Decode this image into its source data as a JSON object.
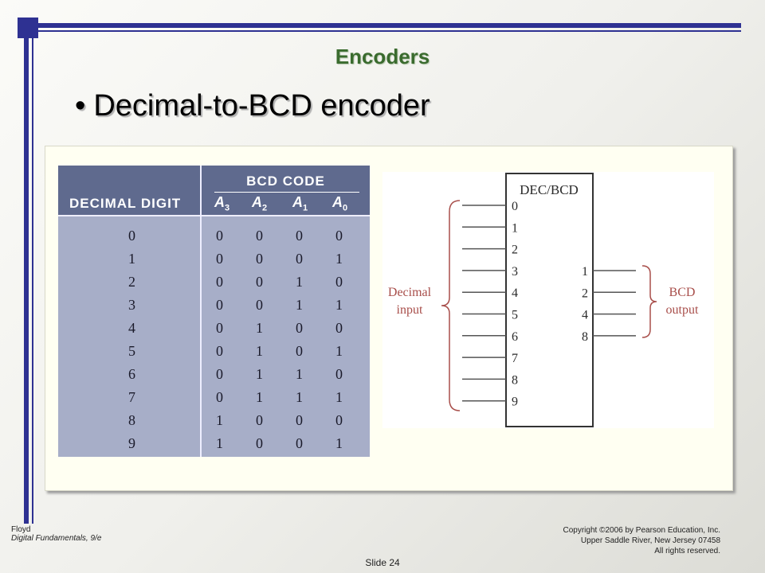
{
  "slide": {
    "title": "Encoders",
    "bullet": "Decimal-to-BCD encoder",
    "slide_number": "Slide 24"
  },
  "table": {
    "header_group": "BCD CODE",
    "col_decimal": "DECIMAL DIGIT",
    "cols": [
      "A",
      "A",
      "A",
      "A"
    ],
    "col_subs": [
      "3",
      "2",
      "1",
      "0"
    ],
    "rows": [
      [
        "0",
        "0",
        "0",
        "0",
        "0"
      ],
      [
        "1",
        "0",
        "0",
        "0",
        "1"
      ],
      [
        "2",
        "0",
        "0",
        "1",
        "0"
      ],
      [
        "3",
        "0",
        "0",
        "1",
        "1"
      ],
      [
        "4",
        "0",
        "1",
        "0",
        "0"
      ],
      [
        "5",
        "0",
        "1",
        "0",
        "1"
      ],
      [
        "6",
        "0",
        "1",
        "1",
        "0"
      ],
      [
        "7",
        "0",
        "1",
        "1",
        "1"
      ],
      [
        "8",
        "1",
        "0",
        "0",
        "0"
      ],
      [
        "9",
        "1",
        "0",
        "0",
        "1"
      ]
    ]
  },
  "diagram": {
    "block_label": "DEC/BCD",
    "inputs": [
      "0",
      "1",
      "2",
      "3",
      "4",
      "5",
      "6",
      "7",
      "8",
      "9"
    ],
    "outputs": [
      "1",
      "2",
      "4",
      "8"
    ],
    "input_label_1": "Decimal",
    "input_label_2": "input",
    "output_label_1": "BCD",
    "output_label_2": "output"
  },
  "footer": {
    "author": "Floyd",
    "book": "Digital Fundamentals, 9/e",
    "copyright_1": "Copyright ©2006 by Pearson Education, Inc.",
    "copyright_2": "Upper Saddle River, New Jersey 07458",
    "copyright_3": "All rights reserved."
  },
  "colors": {
    "accent": "#2e3192",
    "title": "#3a6b2e",
    "table_header": "#5f6a8e",
    "table_body": "#a7aec8"
  }
}
